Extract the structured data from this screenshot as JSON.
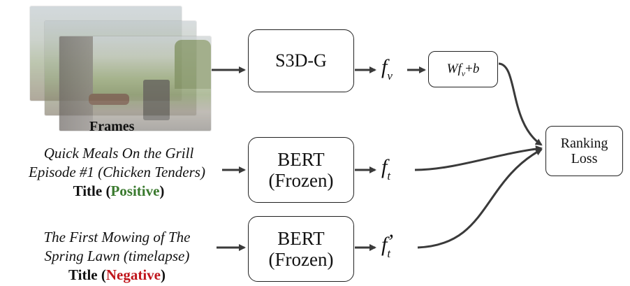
{
  "frames": {
    "label": "Frames"
  },
  "s3d": {
    "label": "S3D-G"
  },
  "fv": {
    "symbol": "f",
    "sub": "v"
  },
  "linear": {
    "w": "W",
    "f": "f",
    "sub": "v",
    "plus": "+",
    "b": "b"
  },
  "ranking": {
    "line1": "Ranking",
    "line2": "Loss"
  },
  "positive": {
    "title_line1": "Quick Meals On the Grill",
    "title_line2": "Episode #1 (Chicken Tenders)",
    "tag_prefix": "Title (",
    "tag_word": "Positive",
    "tag_suffix": ")",
    "tag_color": "#3a7a2e"
  },
  "negative": {
    "title_line1": "The First Mowing of The",
    "title_line2": "Spring Lawn (timelapse)",
    "tag_prefix": "Title (",
    "tag_word": "Negative",
    "tag_suffix": ")",
    "tag_color": "#c0161c"
  },
  "bert": {
    "line1": "BERT",
    "line2": "(Frozen)"
  },
  "ft": {
    "symbol": "f",
    "sub": "t"
  },
  "ft_neg": {
    "symbol": "f",
    "sub": "t",
    "prime": "’"
  }
}
